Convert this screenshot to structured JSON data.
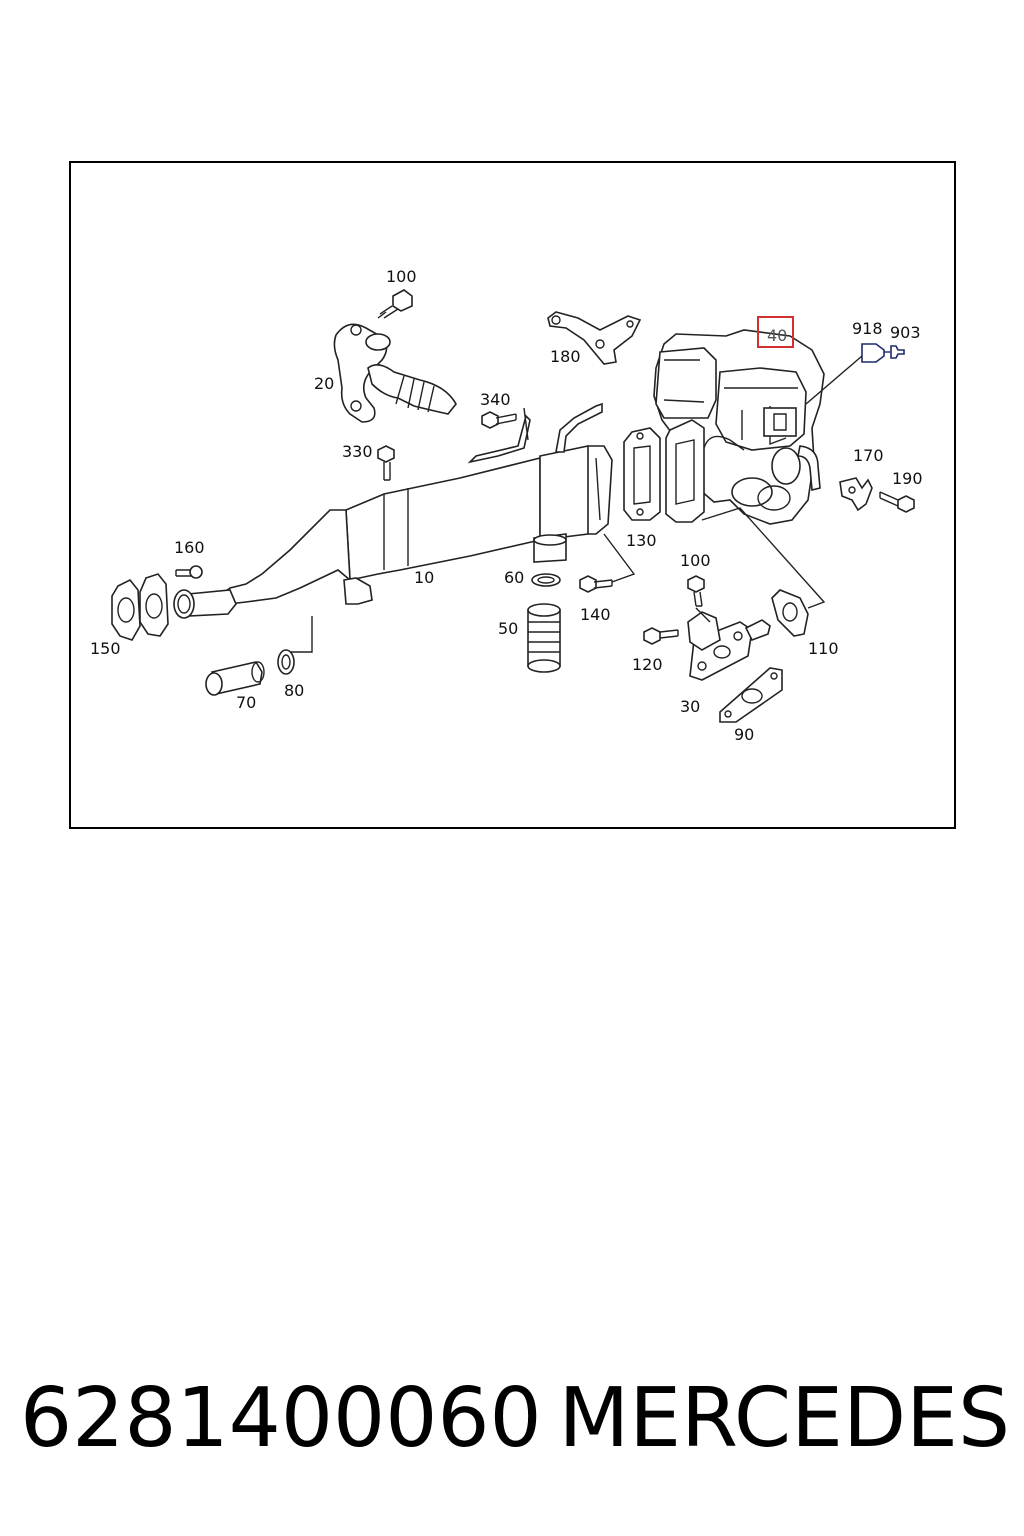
{
  "diagram": {
    "callouts": [
      {
        "id": "p100a",
        "text": "100"
      },
      {
        "id": "p20",
        "text": "20"
      },
      {
        "id": "p180",
        "text": "180"
      },
      {
        "id": "p40",
        "text": "40",
        "highlighted": true
      },
      {
        "id": "p918",
        "text": "918"
      },
      {
        "id": "p903",
        "text": "903"
      },
      {
        "id": "p340",
        "text": "340"
      },
      {
        "id": "p330",
        "text": "330"
      },
      {
        "id": "p170",
        "text": "170"
      },
      {
        "id": "p190",
        "text": "190"
      },
      {
        "id": "p130",
        "text": "130"
      },
      {
        "id": "p160",
        "text": "160"
      },
      {
        "id": "p10",
        "text": "10"
      },
      {
        "id": "p60",
        "text": "60"
      },
      {
        "id": "p100b",
        "text": "100"
      },
      {
        "id": "p140",
        "text": "140"
      },
      {
        "id": "p150",
        "text": "150"
      },
      {
        "id": "p50",
        "text": "50"
      },
      {
        "id": "p110",
        "text": "110"
      },
      {
        "id": "p120",
        "text": "120"
      },
      {
        "id": "p80",
        "text": "80"
      },
      {
        "id": "p70",
        "text": "70"
      },
      {
        "id": "p30",
        "text": "30"
      },
      {
        "id": "p90",
        "text": "90"
      }
    ],
    "highlight_color": "#d32f2f"
  },
  "footer": {
    "part_number": "6281400060",
    "brand": "MERCEDES"
  }
}
